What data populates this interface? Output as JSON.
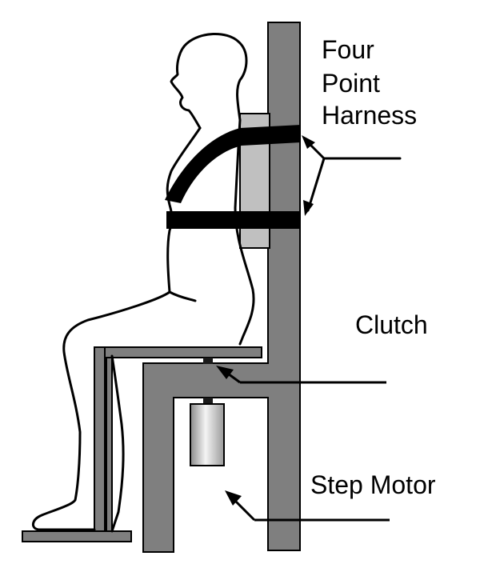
{
  "labels": {
    "harness": [
      "Four",
      "Point",
      "Harness"
    ],
    "clutch": "Clutch",
    "motor": "Step Motor"
  },
  "colors": {
    "frame": "#7f7f7f",
    "outline": "#000000",
    "pad": "#c0c0c0",
    "strap": "#000000",
    "background": "#ffffff"
  }
}
